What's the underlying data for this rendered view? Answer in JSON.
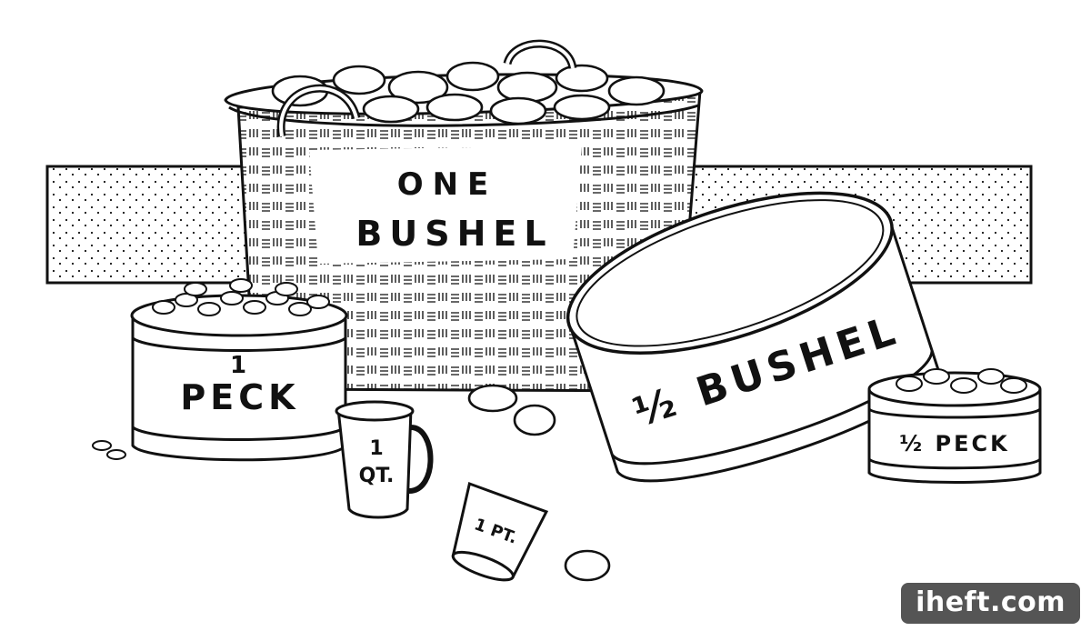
{
  "labels": {
    "basket_line1": "ONE",
    "basket_line2": "BUSHEL",
    "peck_num": "1",
    "peck_word": "PECK",
    "quart_num": "1",
    "quart_word": "QT.",
    "half_bushel": "½ BUSHEL",
    "half_peck": "½ PECK",
    "pint": "1 PT."
  },
  "watermark": "iheft.com",
  "colors": {
    "ink": "#111111",
    "paper": "#ffffff",
    "badge": "#464646"
  }
}
